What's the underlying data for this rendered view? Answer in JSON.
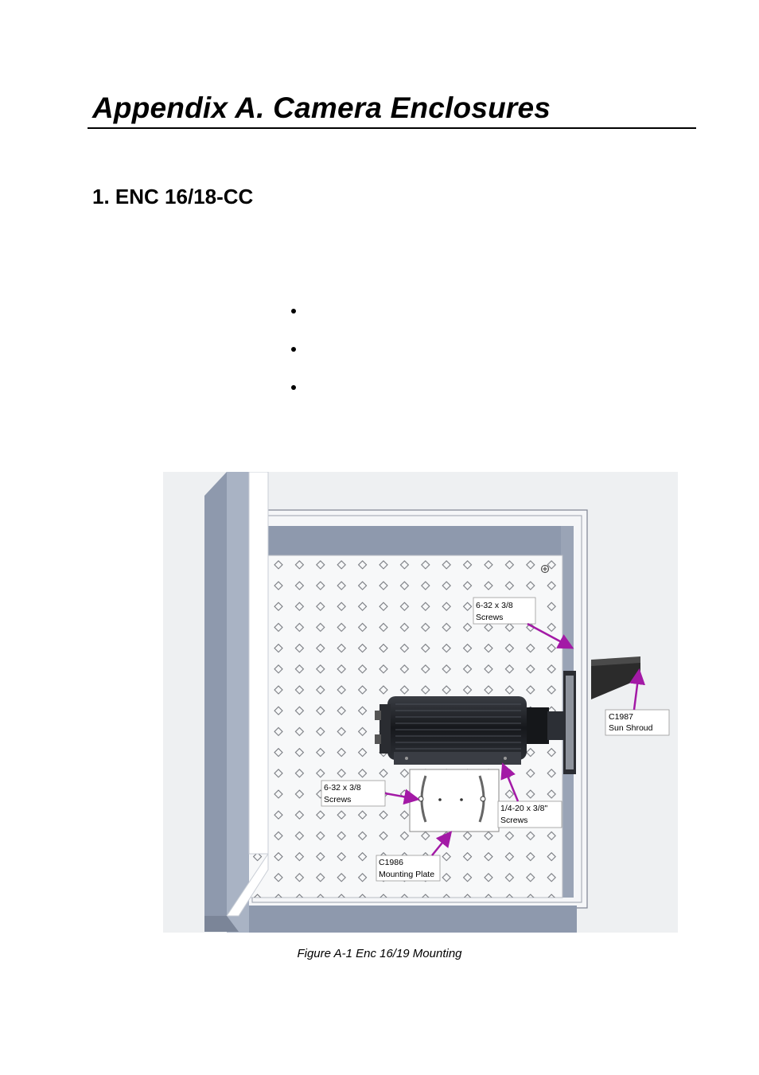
{
  "page": {
    "title": "Appendix A.  Camera Enclosures",
    "section_heading": "1.  ENC 16/18-CC",
    "bullets": [
      "",
      "",
      ""
    ]
  },
  "figure": {
    "caption": "Figure A-1  Enc 16/19 Mounting",
    "callouts": {
      "top_screws": {
        "line1": "6-32 x 3/8",
        "line2": "Screws"
      },
      "sun_shroud": {
        "line1": "C1987",
        "line2": "Sun Shroud"
      },
      "left_screws": {
        "line1": "6-32 x 3/8",
        "line2": "Screws"
      },
      "quarter_screws": {
        "line1": "1/4-20 x 3/8\"",
        "line2": "Screws"
      },
      "mounting_plate": {
        "line1": "C1986",
        "line2": "Mounting Plate"
      }
    },
    "colors": {
      "enclosure_wall": "#8e99ad",
      "enclosure_wall_light": "#a9b3c4",
      "backplate": "#f4f5f7",
      "camera_body": "#1f2126",
      "callout_arrow": "#a31aa6",
      "sun_shroud": "#2b2b2b"
    }
  }
}
